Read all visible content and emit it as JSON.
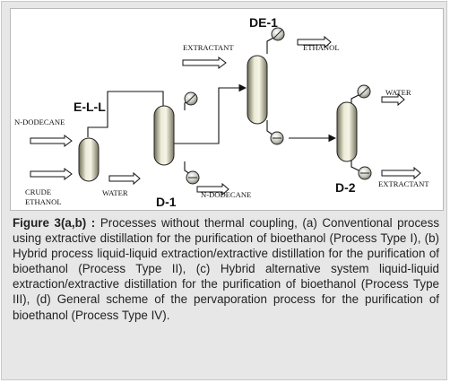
{
  "diagram": {
    "labels": {
      "de1": "DE-1",
      "ell": "E-L-L",
      "d1": "D-1",
      "d2": "D-2",
      "extractant_in": "EXTRACTANT",
      "ethanol": "ETHANOL",
      "water_top": "WATER",
      "n_dodecane_in": "N-DODECANE",
      "crude": "CRUDE",
      "ethanol_crude": "ETHANOL",
      "water_ell": "WATER",
      "n_dodecane_out": "N-DODECANE",
      "extractant_out": "EXTRACTANT"
    }
  },
  "caption": {
    "figure_label": "Figure 3(a,b) :",
    "text": " Processes without thermal coupling, (a) Conventional process using extractive distillation for the purification of bioethanol (Process Type I), (b) Hybrid process liquid-liquid extraction/extractive distillation for the purification of bioethanol (Process Type II), (c) Hybrid alternative system liquid-liquid extraction/extractive distillation for the purification of bioethanol (Process Type III), (d) General scheme of the pervaporation process for the purification of bioethanol (Process Type IV)."
  }
}
